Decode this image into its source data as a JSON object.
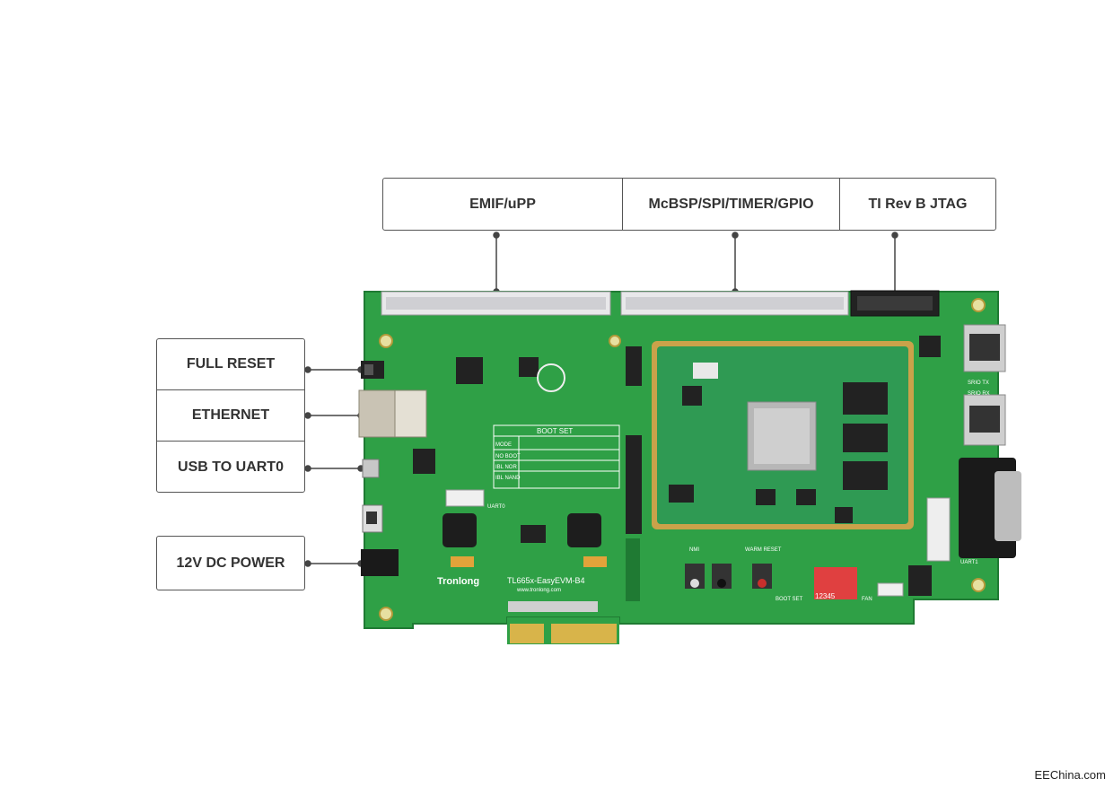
{
  "top_labels": [
    "EMIF/uPP",
    "McBSP/SPI/TIMER/GPIO",
    "TI Rev B JTAG"
  ],
  "left_labels": [
    "FULL RESET",
    "ETHERNET",
    "USB TO UART0"
  ],
  "power_label": "12V DC POWER",
  "board": {
    "brand": "Tronlong",
    "model": "TL665x-EasyEVM-B4",
    "website": "www.tronlong.com",
    "boot_set_title": "BOOT SET",
    "boot_rows": [
      "MODE",
      "NO BOOT",
      "IBL NOR",
      "IBL NAND"
    ],
    "uart0": "UART0",
    "uart1": "UART1",
    "nmi": "NMI",
    "warm_reset": "WARM RESET",
    "boot_set_sw": "BOOT SET",
    "fan": "FAN",
    "srio": [
      "SRIO TX",
      "SRIO RX"
    ],
    "dip_numbers": "12345"
  },
  "credit": "EEChina.com",
  "colors": {
    "pcb": "#2fa046",
    "pcb_dark": "#1f7a33",
    "gold": "#d8b44a",
    "label_border": "#555555"
  }
}
